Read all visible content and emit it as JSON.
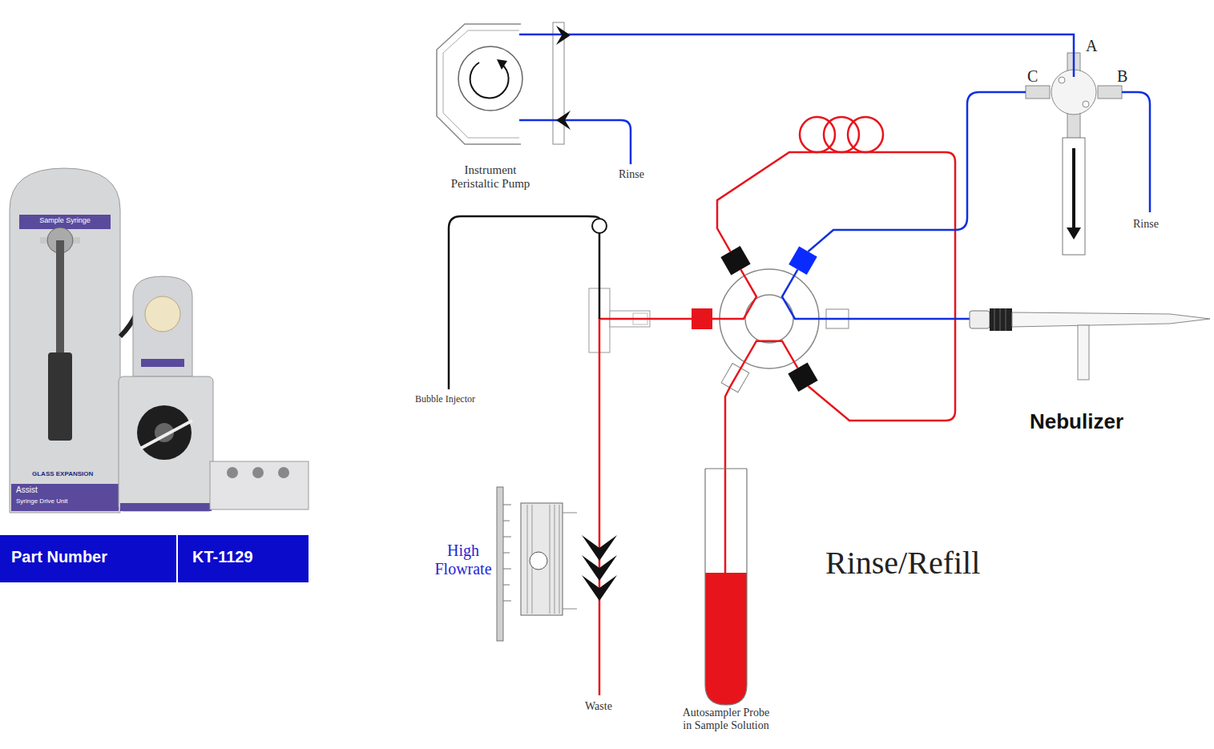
{
  "diagram": {
    "nodes": [
      {
        "text": [
          "Instrument Peristaltic Pump"
        ]
      },
      {
        "text": [
          "A",
          "B",
          "C"
        ]
      },
      {
        "text": [
          "High Flowrate"
        ]
      },
      {
        "text": [
          "Autosampler Probe in Sample Solution"
        ]
      },
      {
        "text": [
          "Nebulizer"
        ]
      }
    ],
    "edges": [
      {
        "from": 0,
        "to": 1,
        "arrow": "none"
      }
    ],
    "labels": [
      "Sample Syringe",
      "GLASS EXPANSION",
      "Assist",
      "Syringe Drive Unit",
      "Part Number",
      "KT-1129",
      "Rinse",
      "Rinse",
      "Bubble Injector",
      "Waste",
      "Rinse/Refill"
    ]
  }
}
